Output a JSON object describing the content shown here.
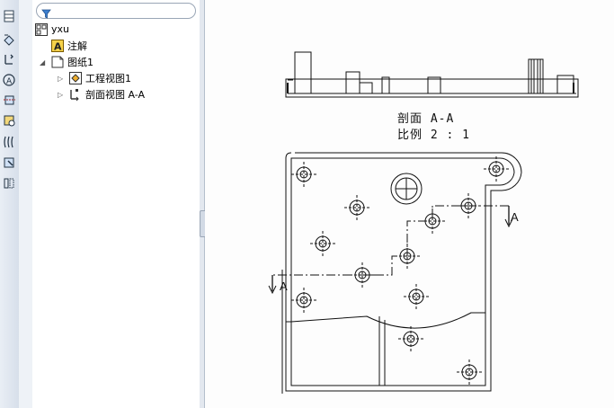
{
  "tree": {
    "filter_icon": "filter-icon",
    "root_label": "yxu",
    "annotations_label": "注解",
    "sheet_label": "图纸1",
    "view1_label": "工程视图1",
    "section_view_label": "剖面视图 A-A"
  },
  "drawing": {
    "section_title": "剖面 A-A",
    "scale_label": "比例 2 : 1",
    "cut_label_right": "A",
    "cut_label_left": "A"
  },
  "colors": {
    "toolbar_bg": "#dde4ee",
    "tree_bg": "#ffffff",
    "sheet_bg": "#fdfdfd",
    "line": "#111111"
  }
}
